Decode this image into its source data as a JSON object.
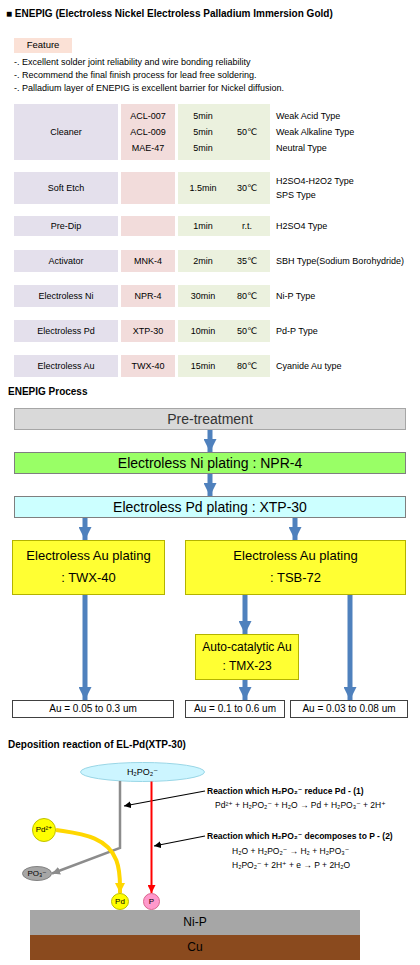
{
  "diagram": {
    "title": "■ ENEPIG (Electroless Nickel Electroless Palladium Immersion Gold)",
    "nodes": [
      {
        "text": [
          "Feature"
        ]
      },
      {
        "text": [
          "Pre-treatment"
        ]
      },
      {
        "text": [
          "Electroless Ni plating : NPR-4"
        ]
      },
      {
        "text": [
          "Electroless Pd plating : XTP-30"
        ]
      },
      {
        "text": [
          "Electroless Au plating",
          ": TWX-40"
        ]
      },
      {
        "text": [
          "Electroless Au plating",
          ": TSB-72"
        ]
      },
      {
        "text": [
          "Auto-catalytic Au",
          ": TMX-23"
        ]
      },
      {
        "text": [
          "Au = 0.05 to 0.3 um"
        ]
      },
      {
        "text": [
          "Au = 0.1 to 0.6 um"
        ]
      },
      {
        "text": [
          "Au = 0.03 to 0.08 um"
        ]
      },
      {
        "text": [
          "H₂PO₂⁻"
        ]
      },
      {
        "text": [
          "Pd²⁺"
        ]
      },
      {
        "text": [
          "PO₃⁻"
        ]
      },
      {
        "text": [
          "Pd"
        ]
      },
      {
        "text": [
          "P"
        ]
      },
      {
        "text": [
          "Ni-P"
        ]
      },
      {
        "text": [
          "Cu"
        ]
      }
    ],
    "edges": [
      {
        "from": 1,
        "to": 2,
        "arrow": "to"
      },
      {
        "from": 2,
        "to": 3,
        "arrow": "to"
      },
      {
        "from": 3,
        "to": 4,
        "arrow": "to"
      },
      {
        "from": 3,
        "to": 5,
        "arrow": "to"
      },
      {
        "from": 4,
        "to": 7,
        "arrow": "to"
      },
      {
        "from": 5,
        "to": 6,
        "arrow": "to"
      },
      {
        "from": 6,
        "to": 8,
        "arrow": "to"
      },
      {
        "from": 5,
        "to": 9,
        "arrow": "to"
      },
      {
        "from": 10,
        "to": 12,
        "arrow": "to"
      },
      {
        "from": 11,
        "to": 13,
        "arrow": "to"
      },
      {
        "from": 10,
        "to": 14,
        "arrow": "to"
      }
    ],
    "labels": [
      "-. Excellent solder joint reliability and wire bonding reliability",
      "-. Recommend the final finish process for lead free soldering.",
      "-. Palladium layer of ENEPIG is excellent barrier for Nickel diffusion.",
      "Cleaner",
      "ACL-007",
      "5min",
      "50℃",
      "Weak Acid Type",
      "ACL-009",
      "5min",
      "Weak Alkaline Type",
      "MAE-47",
      "5min",
      "Neutral Type",
      "Soft Etch",
      "1.5min",
      "30℃",
      "H2SO4-H2O2 Type",
      "SPS Type",
      "Pre-Dip",
      "1min",
      "r.t.",
      "H2SO4 Type",
      "Activator",
      "MNK-4",
      "2min",
      "35℃",
      "SBH Type(Sodium Borohydride)",
      "Electroless Ni",
      "NPR-4",
      "30min",
      "80℃",
      "Ni-P Type",
      "Electroless Pd",
      "XTP-30",
      "10min",
      "50℃",
      "Pd-P Type",
      "Electroless Au",
      "TWX-40",
      "15min",
      "80℃",
      "Cyanide Au type",
      "ENEPIG Process",
      "Deposition reaction of EL-Pd(XTP-30)",
      "Reaction which H₂PO₂⁻ reduce Pd - (1)",
      "Pd²⁺ + H₂PO₂⁻ + H₂O → Pd + H₂PO₃⁻ + 2H⁺",
      "Reaction which H₂PO₂⁻ decomposes to P - (2)",
      "H₂O + H₂PO₂⁻ → H₂ + H₂PO₃⁻",
      "H₂PO₂⁻ + 2H⁺ + e → P + 2H₂O"
    ]
  }
}
